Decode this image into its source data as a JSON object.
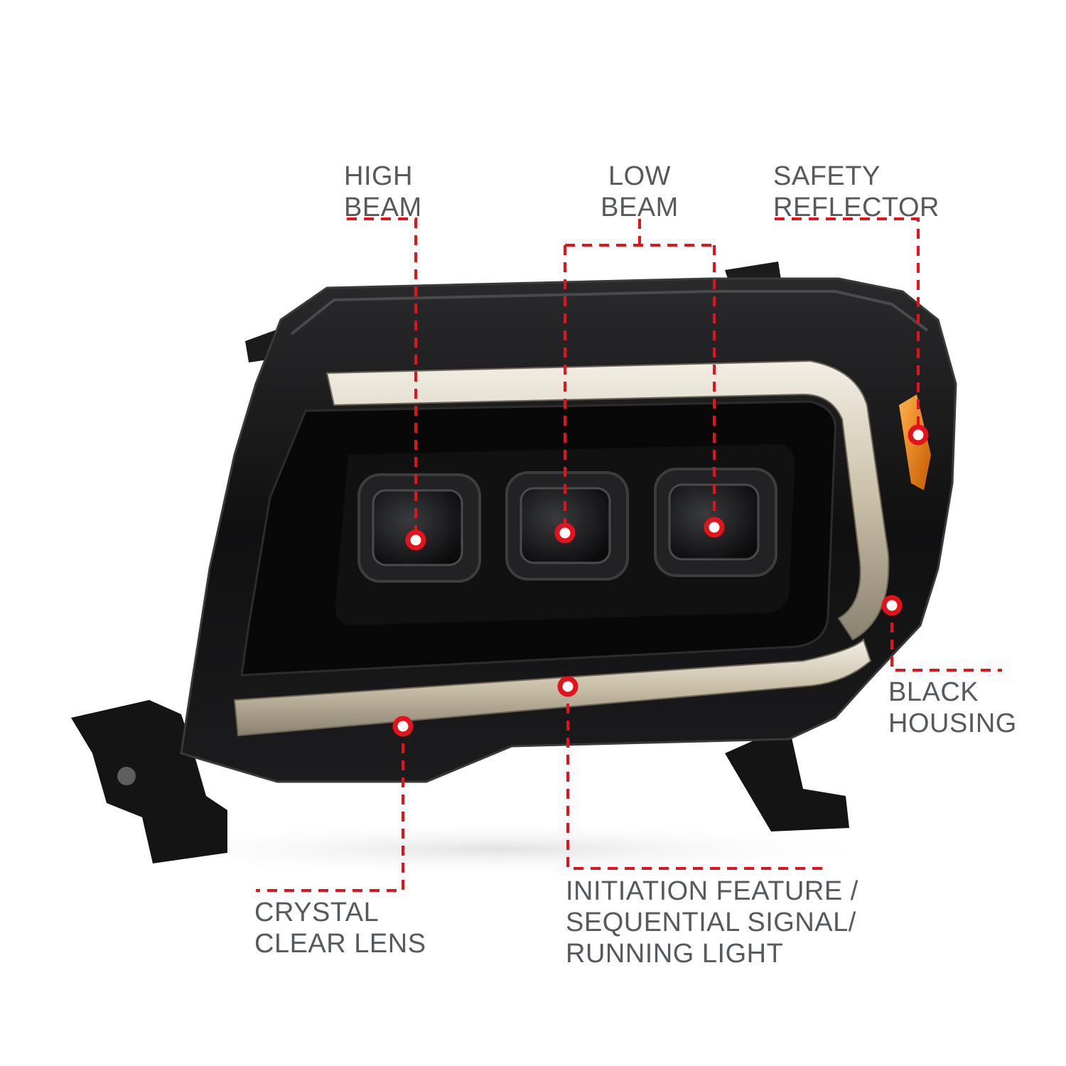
{
  "colors": {
    "callout_red": "#e3121b",
    "label_gray": "#555a5e",
    "housing_black": "#141414"
  },
  "callouts": {
    "high_beam": [
      "HIGH",
      "BEAM"
    ],
    "low_beam": [
      "LOW",
      "BEAM"
    ],
    "safety_reflector": [
      "SAFETY",
      "REFLECTOR"
    ],
    "black_housing": [
      "BLACK",
      "HOUSING"
    ],
    "crystal_clear_lens": [
      "CRYSTAL",
      "CLEAR LENS"
    ],
    "initiation_feature": [
      "INITIATION FEATURE /",
      "SEQUENTIAL SIGNAL/",
      "RUNNING LIGHT"
    ]
  }
}
